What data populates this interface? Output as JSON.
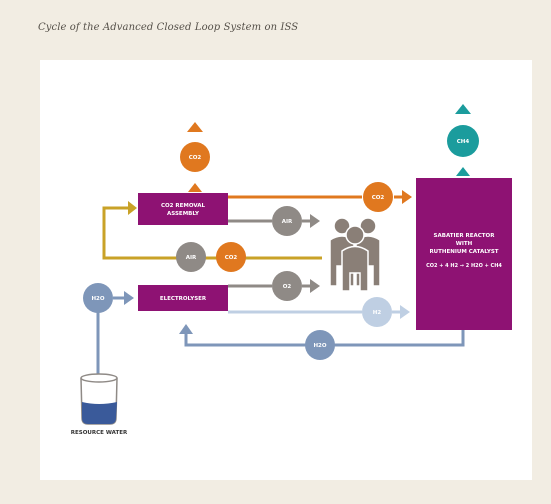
{
  "caption": "Cycle of the Advanced Closed Loop System on ISS",
  "boxes": {
    "co2_removal": {
      "line1": "CO2 REMOVAL",
      "line2": "ASSEMBLY"
    },
    "electrolyser": "ELECTROLYSER",
    "sabatier": {
      "line1": "SABATIER REACTOR",
      "line2": "WITH",
      "line3": "RUTHENIUM CATALYST",
      "equation": "CO2 + 4 H2 → 2 H2O + CH4"
    }
  },
  "nodes": {
    "co2_out": "CO2",
    "co2_to_reactor": "CO2",
    "air_from_co2": "AIR",
    "air_return": "AIR",
    "co2_return": "CO2",
    "h2o_in": "H2O",
    "o2": "O2",
    "h2": "H2",
    "h2o_return": "H2O",
    "ch4": "CH4"
  },
  "labels": {
    "resource_water": "RESOURCE WATER"
  },
  "colors": {
    "magenta": "#8e1273",
    "orange": "#e0781f",
    "gold": "#c9a227",
    "grey": "#8f8a86",
    "blue": "#7e96b9",
    "lightblue": "#bfcfe3",
    "teal": "#1b9c9d"
  }
}
